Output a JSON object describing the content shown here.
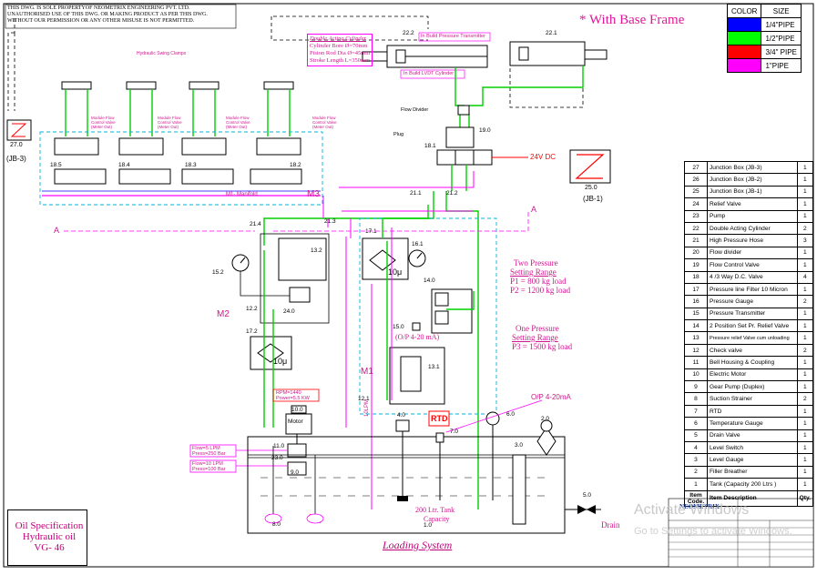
{
  "notice": {
    "line1": "THIS DWG. IS SOLE PROPERTYOF NEOMETRIX ENGINEERING PVT. LTD.",
    "line2": "UNAUTHORISED USE OF THIS DWG. OR MAKING PRODUCT AS PER THIS DWG.",
    "line3": "WITHOUT OUR PERMISSION OR ANY OTHER MISUSE IS NOT PERMITTED."
  },
  "base_frame_note": "* With Base Frame",
  "legend": {
    "header_color": "COLOR",
    "header_size": "SIZE",
    "rows": [
      {
        "color": "#0000ff",
        "size": "1/4\"PIPE"
      },
      {
        "color": "#00ff00",
        "size": "1/2\"PIPE"
      },
      {
        "color": "#ff0000",
        "size": "3/4\" PIPE"
      },
      {
        "color": "#ff00ff",
        "size": "1\"PIPE"
      }
    ]
  },
  "cylinder_note": {
    "title": "Double Acting Cylinder",
    "bore": "Cylinder Bore Ø=70mm",
    "rod": "Piston Rod Dia Ø=45mm",
    "stroke": "Stroke Length L=350mm"
  },
  "clamps_label": "Hydraulic Swing Clamps",
  "module_label": "Module Flow Control Valve (Meter Out)",
  "manifold_label": "M1- Manifold",
  "labels": {
    "pressure_transmitter": "In Build Pressure Transmitter",
    "lvdt": "In Build LVDT Cylinder",
    "flow_divider": "Flow Divider",
    "plug": "Plug",
    "dc24": "24V DC",
    "jb3_num": "27.0",
    "jb3": "(JB-3)",
    "jb1_num": "25.0",
    "jb1": "(JB-1)",
    "m3": "M3",
    "m2": "M2",
    "m1": "M1",
    "section_a": "A",
    "ten_micron": "10μ",
    "op_ma": "(O/P 4-20 mA)",
    "op_ma2": "O/P 4-20mA",
    "rtd": "RTD",
    "motor": "Motor",
    "rpm": "RPM=1440",
    "power": "Power=5.5 KW",
    "flow1": "Flow=5 LPM",
    "press1": "Press=250 Bar",
    "flow2": "Flow=10 LPM",
    "press2": "Press=100 Bar",
    "tank": "200 Ltr. Tank",
    "tank2": "Capacity",
    "drain": "Drain",
    "lpm": "10LPM",
    "tags": {
      "t22_2": "22.2",
      "t22_1": "22.1",
      "t19": "19.0",
      "t18_1": "18.1",
      "t18_5": "18.5",
      "t18_4": "18.4",
      "t18_3": "18.3",
      "t18_2": "18.2",
      "t21_1": "21.1",
      "t21_2": "21.2",
      "t21_4": "21.4",
      "t21_3": "21.3",
      "t17_1": "17.1",
      "t16_1": "16.1",
      "t14": "14.0",
      "t15": "15.0",
      "t13_2": "13.2",
      "t24": "24.0",
      "t15_2": "15.2",
      "t12_2": "12.2",
      "t17_2": "17.2",
      "t13_1": "13.1",
      "t12_1": "12.1",
      "t10": "10.0",
      "t11": "11.0",
      "t23": "23.0",
      "t9": "9.0",
      "t4": "4.0",
      "t7": "7.0",
      "t6": "6.0",
      "t2": "2.0",
      "t3": "3.0",
      "t1": "1.0",
      "t5": "5.0",
      "t8": "8.0"
    }
  },
  "two_pressure": {
    "title1": "Two Pressure",
    "title2": "Setting  Range",
    "p1": "P1 = 800 kg load",
    "p2": "P2 = 1200 kg load"
  },
  "one_pressure": {
    "title1": "One Pressure",
    "title2": "Setting  Range",
    "p3": "P3 = 1500 kg load"
  },
  "oil_spec": {
    "line1": "Oil Specification",
    "line2": "Hydraulic oil",
    "line3": "VG- 46"
  },
  "loading_system": "Loading System",
  "bom": {
    "rows": [
      {
        "no": "27",
        "desc": "Junction Box (JB-3)",
        "qty": "1"
      },
      {
        "no": "26",
        "desc": "Junction Box (JB-2)",
        "qty": "1"
      },
      {
        "no": "25",
        "desc": "Junction Box (JB-1)",
        "qty": "1"
      },
      {
        "no": "24",
        "desc": "Relief Valve",
        "qty": "1"
      },
      {
        "no": "23",
        "desc": "Pump",
        "qty": "1"
      },
      {
        "no": "22",
        "desc": "Double Acting Cylinder",
        "qty": "2"
      },
      {
        "no": "21",
        "desc": "High Pressure Hose",
        "qty": "3"
      },
      {
        "no": "20",
        "desc": "Flow divider",
        "qty": "1"
      },
      {
        "no": "19",
        "desc": "Flow Control Valve",
        "qty": "1"
      },
      {
        "no": "18",
        "desc": "4 /3 Way D.C. Valve",
        "qty": "4"
      },
      {
        "no": "17",
        "desc": "Pressure line Filter 10 Micron",
        "qty": "1"
      },
      {
        "no": "16",
        "desc": "Pressure Gauge",
        "qty": "2"
      },
      {
        "no": "15",
        "desc": "Pressure Transmitter",
        "qty": "1"
      },
      {
        "no": "14",
        "desc": "2 Position Set Pr. Relief Valve",
        "qty": "1"
      },
      {
        "no": "13",
        "desc": "Pressure relief Valve cum unloading",
        "qty": "1"
      },
      {
        "no": "12",
        "desc": "Check valve",
        "qty": "2"
      },
      {
        "no": "11",
        "desc": "Bell Housing & Coupling",
        "qty": "1"
      },
      {
        "no": "10",
        "desc": "Electric Motor",
        "qty": "1"
      },
      {
        "no": "9",
        "desc": "Gear Pump (Duplex)",
        "qty": "1"
      },
      {
        "no": "8",
        "desc": "Suction Strainer",
        "qty": "2"
      },
      {
        "no": "7",
        "desc": "RTD",
        "qty": "1"
      },
      {
        "no": "6",
        "desc": "Temperature Gauge",
        "qty": "1"
      },
      {
        "no": "5",
        "desc": "Drain Valve",
        "qty": "1"
      },
      {
        "no": "4",
        "desc": "Level Switch",
        "qty": "1"
      },
      {
        "no": "3",
        "desc": "Level Gauge",
        "qty": "1"
      },
      {
        "no": "2",
        "desc": "Filler Breather",
        "qty": "1"
      },
      {
        "no": "1",
        "desc": "Tank (Capacity 200 Ltrs )",
        "qty": "1"
      }
    ],
    "header_no": "Item Code.",
    "header_desc": "Item Description",
    "header_qty": "Qty."
  },
  "title_block": {
    "company": "NEOMETRIX"
  },
  "watermark": {
    "line1": "Activate Windows",
    "line2": "Go to Settings to activate Windows."
  }
}
